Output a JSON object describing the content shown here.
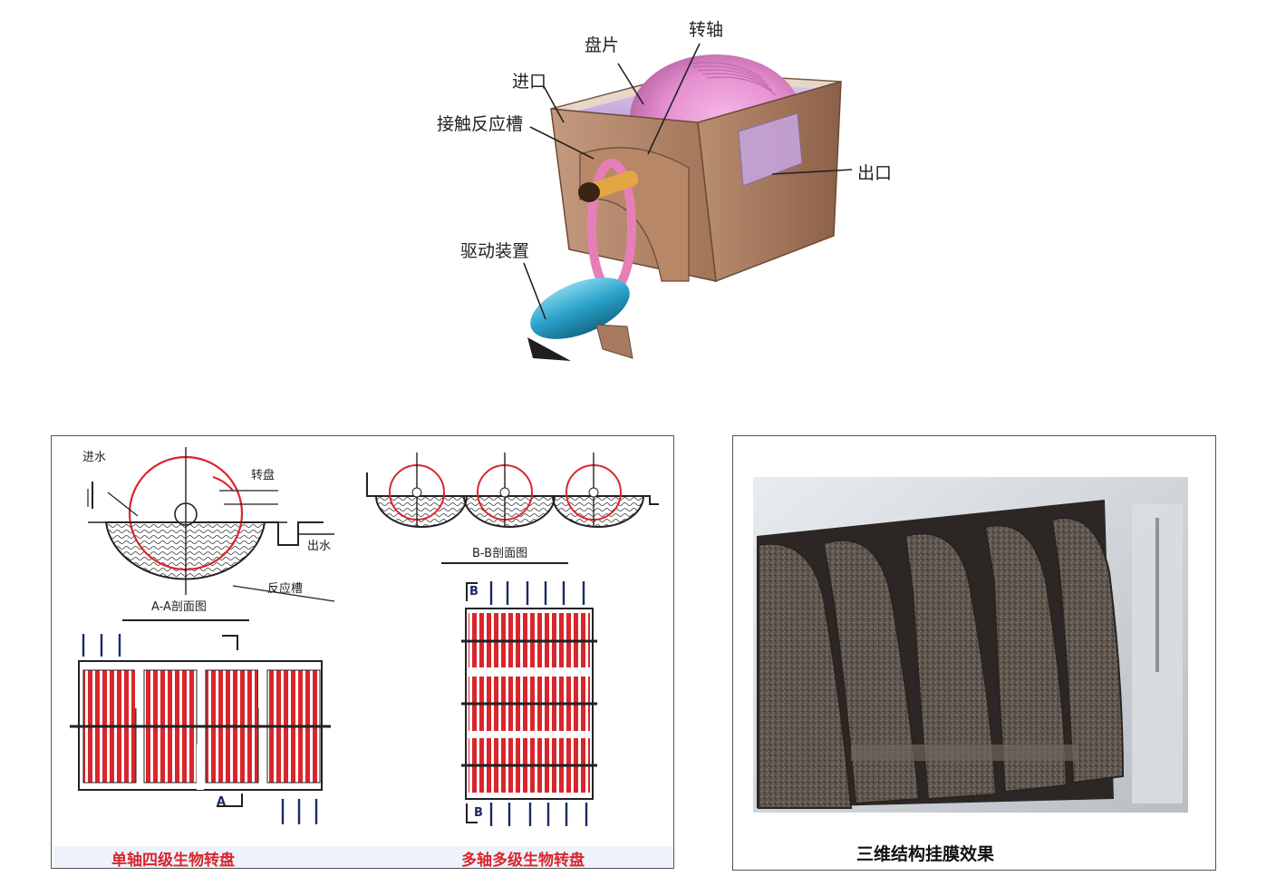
{
  "top_diagram": {
    "labels": {
      "disc": "盘片",
      "shaft": "转轴",
      "inlet": "进口",
      "tank": "接触反应槽",
      "outlet": "出口",
      "drive": "驱动装置"
    }
  },
  "left_panel": {
    "aa": {
      "inflow": "进水",
      "disc": "转盘",
      "outflow": "出水",
      "tank": "反应槽",
      "section": "A-A剖面图",
      "marker": "A"
    },
    "bb": {
      "section": "B-B剖面图",
      "marker_top": "B",
      "marker_bottom": "B"
    },
    "caption_single": "单轴四级生物转盘",
    "caption_multi": "多轴多级生物转盘"
  },
  "right_panel": {
    "caption": "三维结构挂膜效果"
  },
  "colors": {
    "red": "#d8262c",
    "tank_wall": "#a57a5e",
    "pink": "#e59acb",
    "blue_motor": "#2aa1c9",
    "photo_dark": "#4a4540"
  }
}
